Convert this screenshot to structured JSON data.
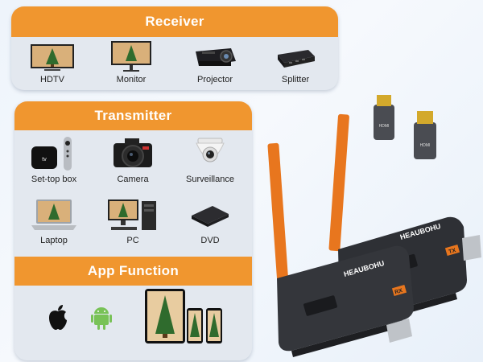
{
  "receiver": {
    "title": "Receiver",
    "items": [
      {
        "label": "HDTV",
        "icon": "tv-icon"
      },
      {
        "label": "Monitor",
        "icon": "monitor-icon"
      },
      {
        "label": "Projector",
        "icon": "projector-icon"
      },
      {
        "label": "Splitter",
        "icon": "splitter-icon"
      }
    ]
  },
  "transmitter": {
    "title": "Transmitter",
    "items": [
      {
        "label": "Set-top box",
        "icon": "apple-tv-icon"
      },
      {
        "label": "Camera",
        "icon": "camera-icon"
      },
      {
        "label": "Surveillance",
        "icon": "surveillance-camera-icon"
      },
      {
        "label": "Laptop",
        "icon": "laptop-icon"
      },
      {
        "label": "PC",
        "icon": "desktop-pc-icon"
      },
      {
        "label": "DVD",
        "icon": "dvd-player-icon"
      }
    ]
  },
  "app_function": {
    "title": "App Function",
    "icons": [
      "apple-logo-icon",
      "android-logo-icon",
      "tablet-phones-icon"
    ]
  },
  "products": {
    "tx_label": "TX",
    "rx_label": "RX",
    "brand": "HEAUBOHU",
    "adapter_label": "HDMI"
  },
  "colors": {
    "accent": "#f0962f",
    "panel": "#e3e8ef",
    "dongle": "#2e3035",
    "antenna": "#e8761e"
  }
}
